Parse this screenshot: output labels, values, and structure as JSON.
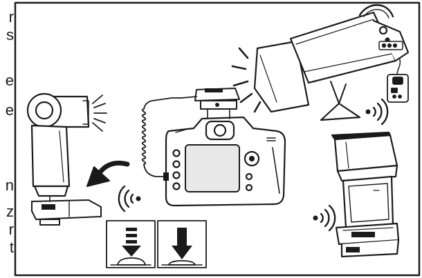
{
  "edge_text": {
    "letters": [
      "r",
      "s",
      "e",
      "e",
      "n",
      "z",
      "r",
      "t"
    ]
  },
  "icons": {
    "studio_strobe": "studio-strobe-icon",
    "speedlite": "speedlite-flash-icon",
    "camera": "dslr-camera-icon",
    "receiver": "wireless-receiver-icon",
    "transmitter": "wireless-transmitter-icon",
    "signal": "wireless-signal-icon",
    "half_press": "shutter-half-press-icon",
    "full_press": "shutter-full-press-icon",
    "arrow": "curved-arrow-icon"
  },
  "colors": {
    "line": "#1a1a1a",
    "background": "#ffffff",
    "screen": "#e8e8e8"
  }
}
